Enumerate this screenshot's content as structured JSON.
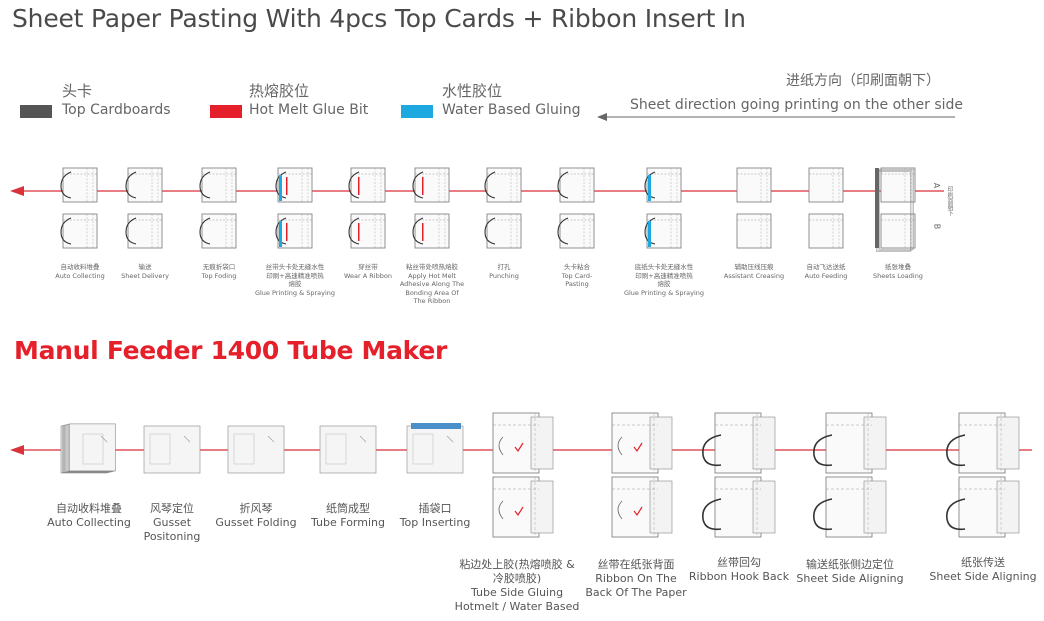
{
  "title": "Sheet Paper Pasting With 4pcs Top Cards + Ribbon Insert In",
  "legend": [
    {
      "zh": "头卡",
      "en": "Top Cardboards",
      "color": "#555555"
    },
    {
      "zh": "热熔胶位",
      "en": "Hot Melt Glue Bit",
      "color": "#e5202a"
    },
    {
      "zh": "水性胶位",
      "en": "Water Based Gluing",
      "color": "#1ea8e0"
    }
  ],
  "direction": {
    "zh": "进纸方向（印刷面朝下）",
    "en": "Sheet direction going printing on the other side"
  },
  "row1": {
    "side_a": "A",
    "side_b": "B",
    "side_note": "印刷面朝下",
    "steps": [
      {
        "zh": "自动收料堆叠",
        "en": "Auto Collecting"
      },
      {
        "zh": "输送",
        "en": "Sheet Delivery"
      },
      {
        "zh": "无痕折袋口",
        "en": "Top Foding"
      },
      {
        "zh": "丝带头卡处无缝水性印刷+高速精准喷热熔胶",
        "en": "Glue Printing & Spraying"
      },
      {
        "zh": "穿丝带",
        "en": "Wear A Ribbon"
      },
      {
        "zh": "粘丝带处喷热熔胶",
        "en": "Apply Hot Melt Adhesive Along The Bonding Area Of The Ribbon"
      },
      {
        "zh": "打孔",
        "en": "Punching"
      },
      {
        "zh": "头卡粘合",
        "en": "Top Card-Pasting"
      },
      {
        "zh": "底纸头卡处无缝水性印刷+高速精准喷热熔胶",
        "en": "Glue Printing & Spraying"
      },
      {
        "zh": "辅助压线压痕",
        "en": "Assistant Creasing"
      },
      {
        "zh": "自动飞达送纸",
        "en": "Auto Feeding"
      },
      {
        "zh": "纸张堆叠",
        "en": "Sheets Loading"
      }
    ]
  },
  "subtitle": "Manul Feeder 1400 Tube Maker",
  "row2": {
    "steps": [
      {
        "zh": "自动收料堆叠",
        "en": "Auto Collecting"
      },
      {
        "zh": "风琴定位",
        "en": "Gusset Positoning"
      },
      {
        "zh": "折风琴",
        "en": "Gusset Folding"
      },
      {
        "zh": "纸筒成型",
        "en": "Tube Forming"
      },
      {
        "zh": "插袋口",
        "en": "Top Inserting"
      },
      {
        "zh": "粘边处上胶(热熔喷胶 & 冷胶喷胶)",
        "en": "Tube Side Gluing Hotmelt / Water Based"
      },
      {
        "zh": "丝带在纸张背面",
        "en": "Ribbon On The Back Of The Paper"
      },
      {
        "zh": "丝带回勾",
        "en": "Ribbon Hook Back"
      },
      {
        "zh": "输送纸张侧边定位",
        "en": "Sheet Side Aligning"
      },
      {
        "zh": "纸张传送",
        "en": "Sheet Side Aligning"
      }
    ]
  }
}
